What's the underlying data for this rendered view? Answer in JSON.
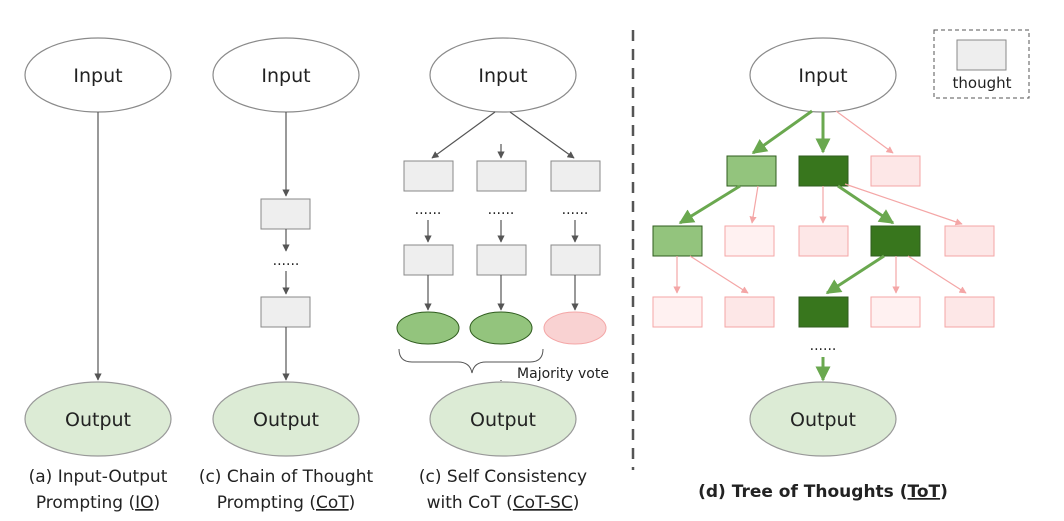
{
  "colors": {
    "line": "#555555",
    "ellipse_stroke": "#8a8a8a",
    "box_fill": "#eeeeee",
    "box_stroke": "#888888",
    "output_fill": "#dcebd5",
    "output_stroke": "#999999",
    "green_light": "#93c47d",
    "green_dark": "#38761d",
    "green_arrow": "#6aa84f",
    "green_stroke": "#2f5c1e",
    "pink_fill": "#fde7e7",
    "pink_stroke": "#f4a6a6",
    "pink_fill_light": "#fff1f1",
    "divider": "#555555"
  },
  "nodes": {
    "input_label": "Input",
    "output_label": "Output",
    "dots": "......"
  },
  "panels": {
    "io": {
      "caption_line1": "(a) Input-Output",
      "caption_line2_prefix": "Prompting (",
      "caption_line2_abbr": "IO",
      "caption_line2_suffix": ")"
    },
    "cot": {
      "caption_line1": "(c) Chain of Thought",
      "caption_line2_prefix": "Prompting (",
      "caption_line2_abbr": "CoT",
      "caption_line2_suffix": ")"
    },
    "cotsc": {
      "caption_line1": "(c) Self Consistency",
      "caption_line2_prefix": "with CoT (",
      "caption_line2_abbr": "CoT-SC",
      "caption_line2_suffix": ")",
      "majority_vote": "Majority vote"
    },
    "tot": {
      "caption_prefix": "(d) Tree of Thoughts (",
      "caption_abbr": "ToT",
      "caption_suffix": ")"
    }
  },
  "legend": {
    "label": "thought"
  }
}
